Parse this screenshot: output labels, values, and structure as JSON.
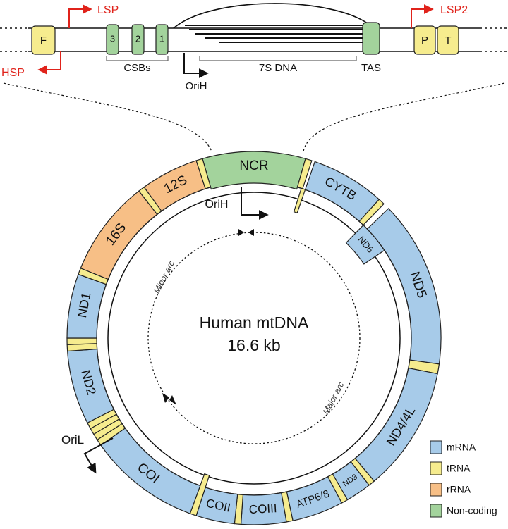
{
  "colors": {
    "mrna": "#a7cbe9",
    "trna": "#f6ec8e",
    "rrna": "#f7bf86",
    "noncoding": "#a3d39c",
    "promoter_red": "#e0231b"
  },
  "top": {
    "lsp": "LSP",
    "hsp": "HSP",
    "lsp2": "LSP2",
    "box_f": "F",
    "box_p": "P",
    "box_t": "T",
    "csb_1": "1",
    "csb_2": "2",
    "csb_3": "3",
    "csbs": "CSBs",
    "dna_7s": "7S DNA",
    "tas": "TAS",
    "orih": "OriH"
  },
  "ring": {
    "center_line1": "Human mtDNA",
    "center_line2": "16.6 kb",
    "genes": {
      "ncr": "NCR",
      "cytb": "CYTB",
      "nd6": "ND6",
      "nd5": "ND5",
      "nd4_4l": "ND4/4L",
      "nd3": "ND3",
      "atp6_8": "ATP6/8",
      "coiii": "COIII",
      "coii": "COII",
      "coi": "COI",
      "nd2": "ND2",
      "nd1": "ND1",
      "s16": "16S",
      "s12": "12S"
    },
    "orih": "OriH",
    "oril": "OriL",
    "minor_arc": "Minor arc",
    "major_arc": "Major arc"
  },
  "legend": [
    {
      "label": "mRNA",
      "color": "#a7cbe9"
    },
    {
      "label": "tRNA",
      "color": "#f6ec8e"
    },
    {
      "label": "rRNA",
      "color": "#f7bf86"
    },
    {
      "label": "Non-coding",
      "color": "#a3d39c"
    }
  ]
}
